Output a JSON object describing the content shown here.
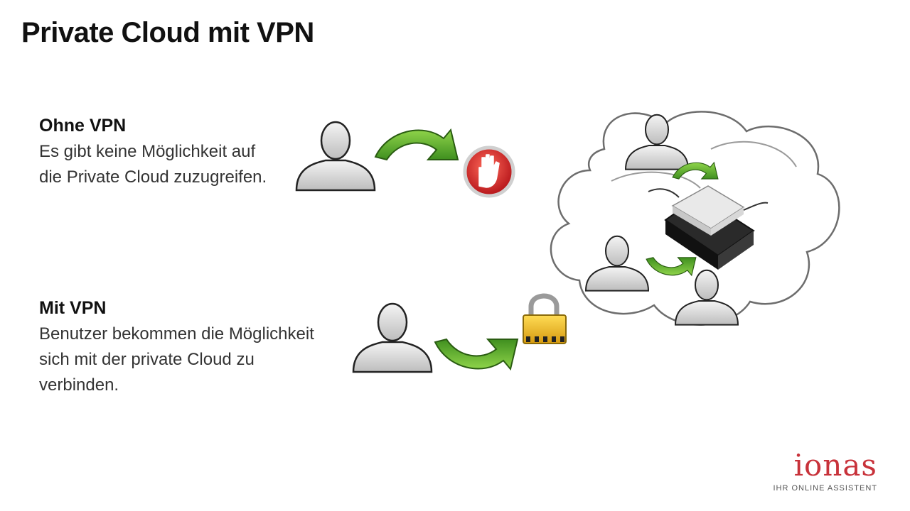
{
  "title": "Private Cloud mit VPN",
  "sections": [
    {
      "heading": "Ohne VPN",
      "lines": [
        "Es gibt keine Möglichkeit auf",
        "die Private Cloud zuzugreifen."
      ]
    },
    {
      "heading": "Mit VPN",
      "lines": [
        "Benutzer bekommen die Möglichkeit",
        "sich mit der private Cloud zu verbinden."
      ]
    }
  ],
  "logo": {
    "word": "ionas",
    "tagline": "IHR ONLINE ASSISTENT"
  },
  "icons": [
    "user-icon",
    "arrow-icon",
    "stop-hand-icon",
    "padlock-icon",
    "cloud-icon",
    "server-device-icon"
  ],
  "colors": {
    "arrow_green": "#5aa82a",
    "stop_red": "#d8262c",
    "lock_gold": "#e7b51e",
    "logo_red": "#c8323a"
  }
}
